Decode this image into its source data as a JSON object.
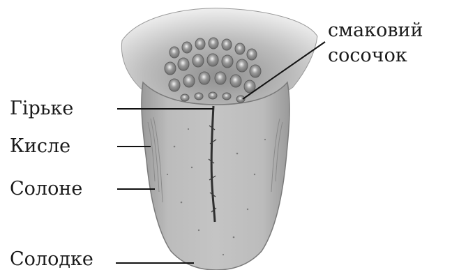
{
  "labels": {
    "bitter": "Гірьке",
    "sour": "Кисле",
    "salty": "Солоне",
    "sweet": "Солодке",
    "papilla_line1": "смаковий",
    "papilla_line2": "сосочок"
  },
  "colors": {
    "tongue_fill": "#b9b9b9",
    "tongue_edge": "#7a7a7a",
    "throat_fill": "#d6d6d6",
    "papilla_fill": "#9d9d9d",
    "papilla_ring": "#eeeeee",
    "leader_line": "#111111"
  }
}
